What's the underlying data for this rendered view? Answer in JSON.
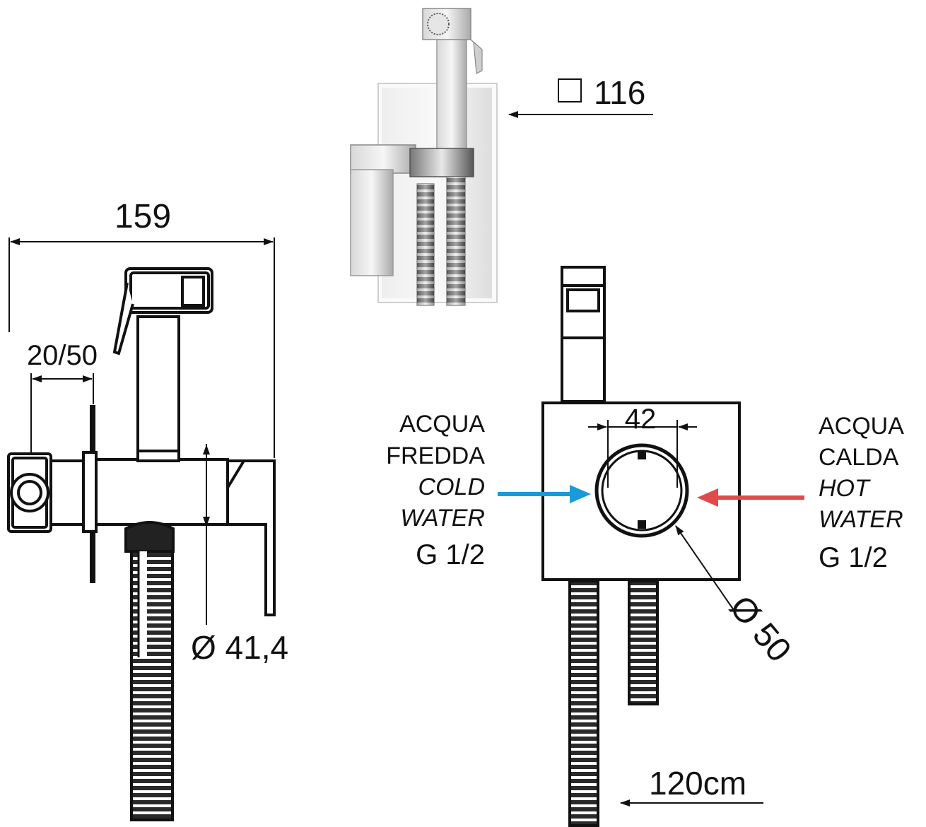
{
  "dimensions": {
    "plate_size": "116",
    "width": "159",
    "wall_depth": "20/50",
    "body_diameter": "Ø 41,4",
    "hole_spacing": "42",
    "hole_diameter": "Ø 50",
    "hose_length": "120cm"
  },
  "cold_inlet": {
    "line1": "ACQUA",
    "line2": "FREDDA",
    "line3": "COLD",
    "line4": "WATER",
    "thread": "G 1/2",
    "color": "#1a9ad6"
  },
  "hot_inlet": {
    "line1": "ACQUA",
    "line2": "CALDA",
    "line3": "HOT",
    "line4": "WATER",
    "thread": "G 1/2",
    "color": "#e04a4a"
  }
}
